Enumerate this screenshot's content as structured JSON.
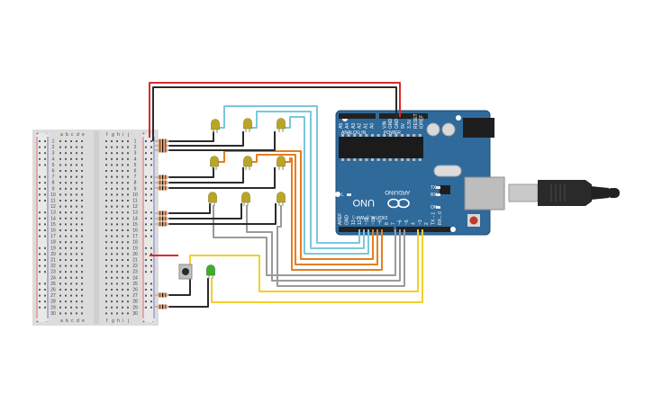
{
  "breadboard": {
    "rail_plus": "+",
    "rail_minus": "-",
    "col_letters_left": [
      "a",
      "b",
      "c",
      "d",
      "e"
    ],
    "col_letters_right": [
      "f",
      "g",
      "h",
      "i",
      "j"
    ],
    "row_numbers": [
      "1",
      "2",
      "3",
      "4",
      "5",
      "6",
      "7",
      "8",
      "9",
      "10",
      "11",
      "12",
      "13",
      "14",
      "15",
      "16",
      "17",
      "18",
      "19",
      "20",
      "21",
      "22",
      "23",
      "24",
      "25",
      "26",
      "27",
      "28",
      "29",
      "30"
    ]
  },
  "arduino": {
    "model": "UNO",
    "brand": "ARDUINO",
    "digital_label": "DIGITAL (PWM~)",
    "analog_label": "ANALOG IN",
    "power_label": "POWER",
    "pin_labels_top": [
      "A5",
      "A4",
      "A3",
      "A2",
      "A1",
      "A0",
      "",
      "VIN",
      "GND",
      "GND",
      "5V",
      "3.3V",
      "RESET",
      "IOREF"
    ],
    "pin_labels_bottom": [
      "AREF",
      "GND",
      "13",
      "12",
      "~11",
      "~10",
      "~9",
      "8",
      "7",
      "~6",
      "~5",
      "4",
      "~3",
      "2",
      "TX→1",
      "RX←0"
    ],
    "led_labels": [
      "L",
      "TX",
      "RX",
      "ON"
    ]
  },
  "colors": {
    "wire_red": "#d92b2b",
    "wire_black": "#2b2b2b",
    "wire_light_blue": "#7ac8dc",
    "wire_orange": "#e67e22",
    "wire_gray": "#9a9a9a",
    "wire_yellow": "#f2cf2a",
    "led_yellow": "#b9a626",
    "led_green": "#3fae2a",
    "pcb_blue": "#2f6a9b"
  },
  "components": {
    "led_count_yellow": 9,
    "led_count_green": 1,
    "resistor_count": 11,
    "pushbutton_count": 1
  }
}
